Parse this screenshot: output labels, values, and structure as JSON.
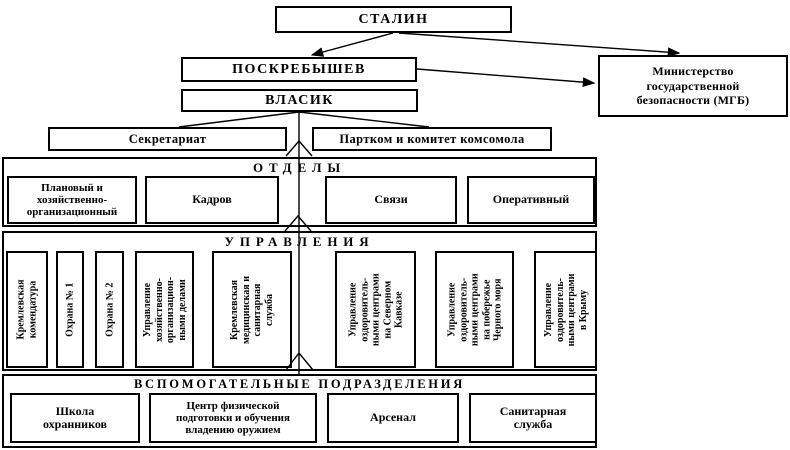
{
  "nodes": {
    "stalin": {
      "label": "СТАЛИН"
    },
    "poskrebyshev": {
      "label": "ПОСКРЕБЫШЕВ"
    },
    "vlasik": {
      "label": "ВЛАСИК"
    },
    "mgb": {
      "label": "Министерство\nгосударственной\nбезопасности (МГБ)"
    },
    "sekretariat": {
      "label": "Секретариат"
    },
    "partkom": {
      "label": "Партком и комитет комсомола"
    }
  },
  "sections": {
    "otdely": {
      "title": "ОТДЕЛЫ",
      "boxes": [
        {
          "label": "Плановый и\nхозяйственно-\nорганизационный"
        },
        {
          "label": "Кадров"
        },
        {
          "label": "Связи"
        },
        {
          "label": "Оперативный"
        }
      ]
    },
    "upravleniya": {
      "title": "УПРАВЛЕНИЯ",
      "boxes": [
        {
          "label": "Кремлевская\nкомендатура"
        },
        {
          "label": "Охрана № 1"
        },
        {
          "label": "Охрана № 2"
        },
        {
          "label": "Управление\nхозяйственно-\nорганизацион-\nными делами"
        },
        {
          "label": "Кремлевская\nмедицинская и\nсанитарная\nслужба"
        },
        {
          "label": "Управление\nоздоровитель-\nными центрами\nна Северном\nКавказе"
        },
        {
          "label": "Управление\nоздоровитель-\nными центрами\nна побережье\nЧерного моря"
        },
        {
          "label": "Управление\nоздоровитель-\nными центрами\nв Крыму"
        }
      ]
    },
    "vspomogatelnye": {
      "title": "ВСПОМОГАТЕЛЬНЫЕ ПОДРАЗДЕЛЕНИЯ",
      "boxes": [
        {
          "label": "Школа\nохранников"
        },
        {
          "label": "Центр физической\nподготовки и обучения\nвладению оружием"
        },
        {
          "label": "Арсенал"
        },
        {
          "label": "Санитарная\nслужба"
        }
      ]
    }
  },
  "colors": {
    "line": "#000000",
    "background": "#ffffff"
  }
}
